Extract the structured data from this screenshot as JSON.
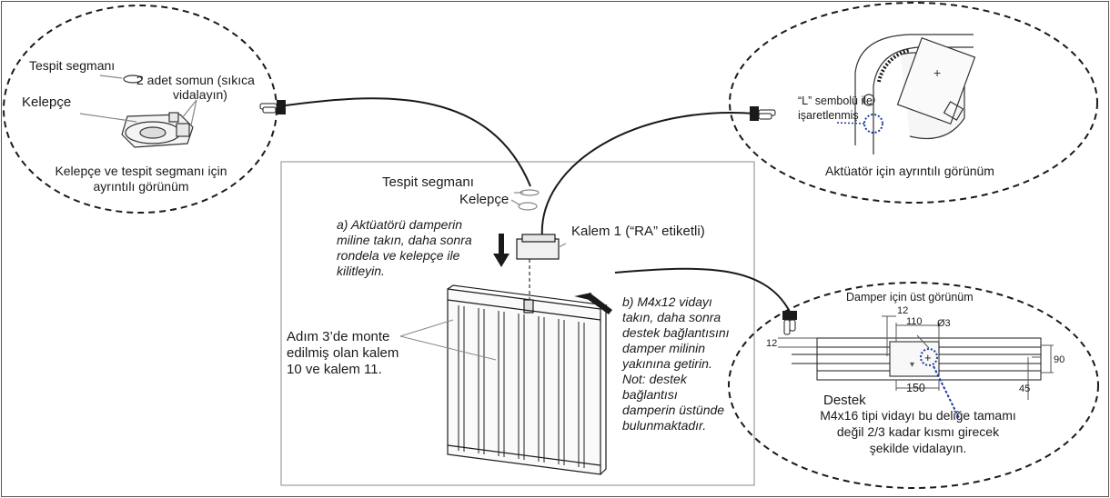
{
  "colors": {
    "outline": "#1a1a1a",
    "leader": "#9a9a9a",
    "accent": "#1f3c9a",
    "frame": "#555555"
  },
  "callout_left": {
    "segman": "Tespit segmanı",
    "somun_1": "2 adet somun (sıkıca",
    "somun_2": "vidalayın)",
    "kelepce": "Kelepçe",
    "caption_1": "Kelepçe ve tespit segmanı için",
    "caption_2": "ayrıntılı görünüm"
  },
  "callout_right_top": {
    "symbol_1": "“L” sembolü ile",
    "symbol_2": "işaretlenmiş",
    "caption": "Aktüatör için ayrıntılı görünüm"
  },
  "main": {
    "segman": "Tespit segmanı",
    "kelepce": "Kelepçe",
    "kalem1": "Kalem 1 (“RA” etiketli)",
    "step_a": [
      "a) Aktüatörü damperin",
      "miline takın, daha sonra",
      "rondela ve kelepçe ile",
      "kilitleyin."
    ],
    "step_b": [
      "b) M4x12 vidayı",
      "takın, daha sonra",
      "destek bağlantısını",
      "damper milinin",
      "yakınına getirin.",
      "Not: destek",
      "bağlantısı",
      "damperin üstünde",
      "bulunmaktadır."
    ],
    "adim": [
      "Adım 3’de monte",
      "edilmiş olan kalem",
      "10 ve kalem 11."
    ]
  },
  "callout_right_bottom": {
    "title": "Damper için üst görünüm",
    "dims": {
      "d12_top": "12",
      "d110": "110",
      "d03": "Ø3",
      "d12_left": "12",
      "d90": "90",
      "d45": "45",
      "d150": "150"
    },
    "destek": "Destek",
    "note": [
      "M4x16 tipi vidayı bu deliğe tamamı",
      "değil 2/3 kadar kısmı girecek",
      "şekilde vidalayın."
    ]
  }
}
